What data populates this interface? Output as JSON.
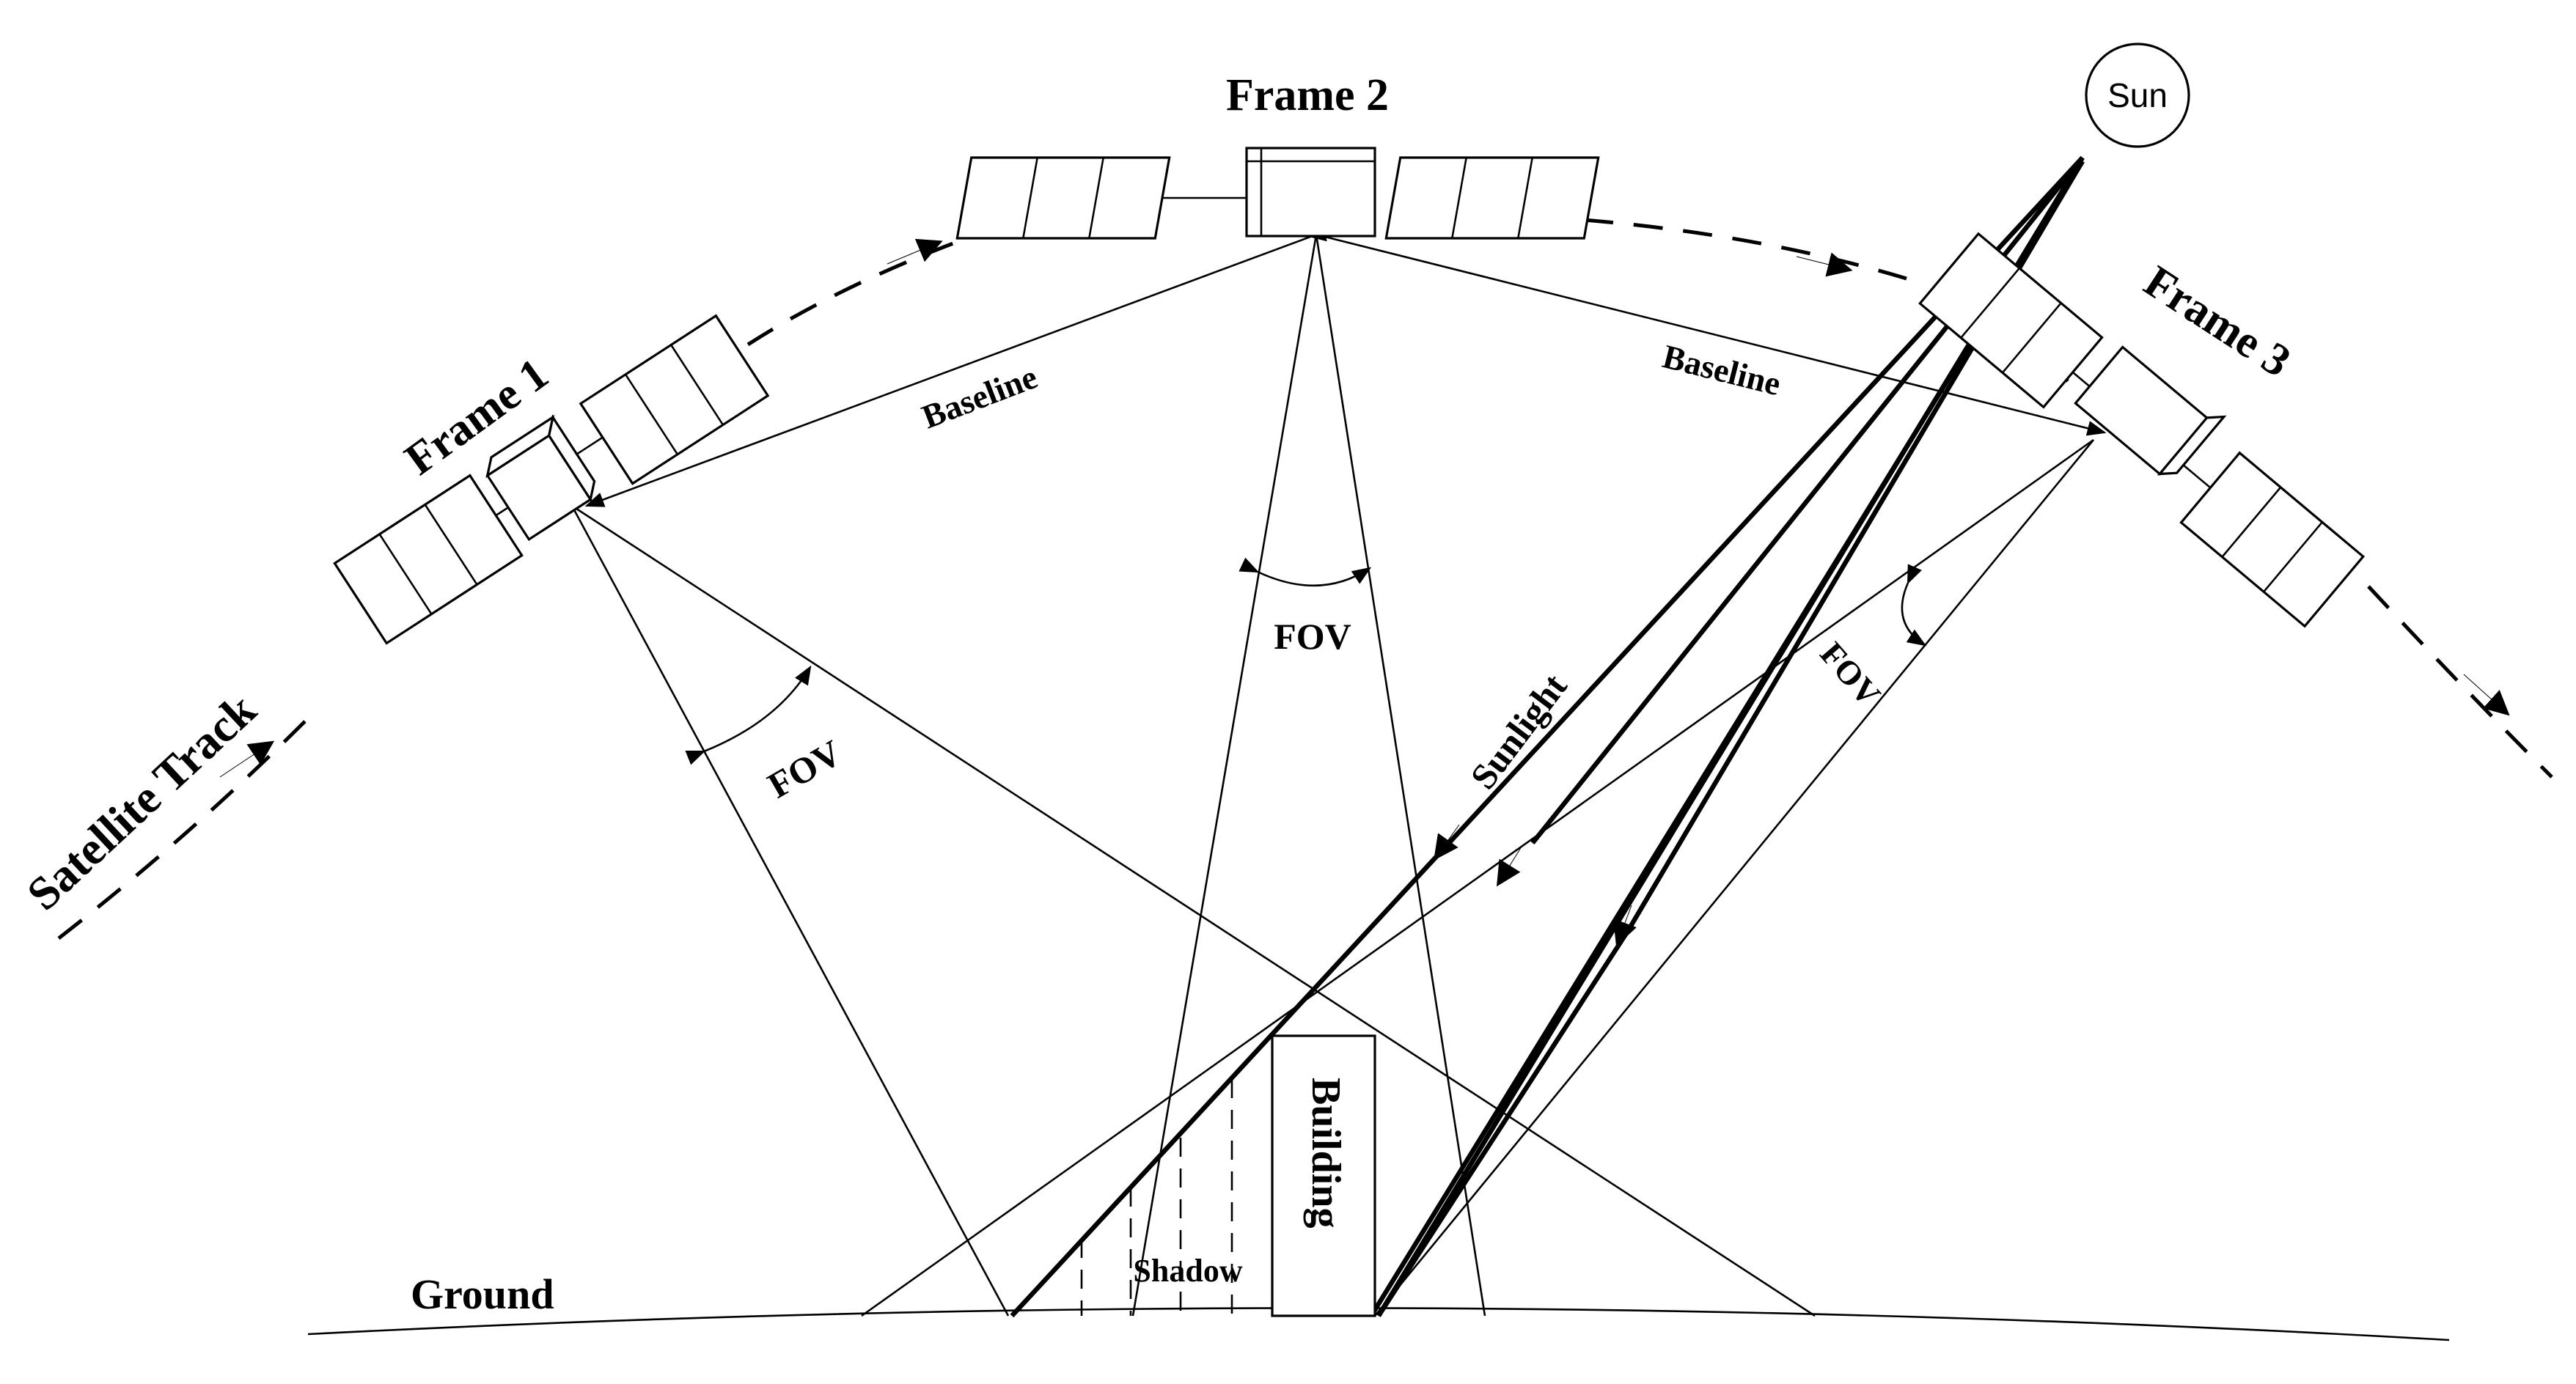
{
  "labels": {
    "frame1": "Frame 1",
    "frame2": "Frame 2",
    "frame3": "Frame 3",
    "sun": "Sun",
    "satellite_track": "Satellite Track",
    "baseline_left": "Baseline",
    "baseline_right": "Baseline",
    "fov_left": "FOV",
    "fov_center": "FOV",
    "fov_right": "FOV",
    "sunlight": "Sunlight",
    "building": "Building",
    "shadow": "Shadow",
    "ground": "Ground"
  },
  "colors": {
    "stroke": "#000000",
    "background": "#ffffff"
  }
}
